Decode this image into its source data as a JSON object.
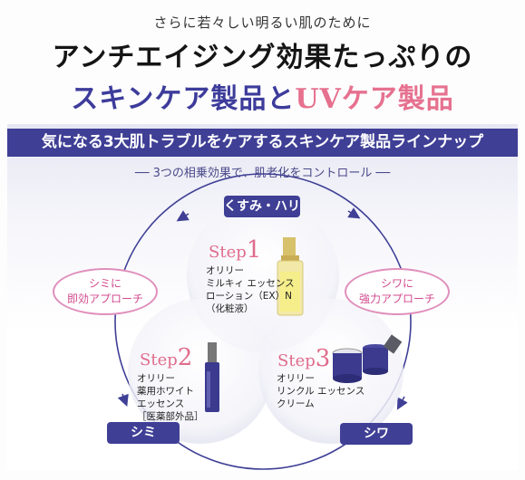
{
  "header": {
    "line1": "さらに若々しい明るい肌のために",
    "line2": "アンチエイジング効果たっぷりの",
    "line3_a": "スキンケア製品",
    "line3_b": "と",
    "line3_c": "UVケア製品"
  },
  "banner": {
    "title": "気になる3大肌トラブルをケアするスキンケア製品ラインナップ",
    "subtitle": "── 3つの相乗効果で、肌老化をコントロール ──"
  },
  "labels": {
    "top": "くすみ・ハリ",
    "left": "シミ",
    "right": "シワ"
  },
  "approaches": {
    "left_line1": "シミに",
    "left_line2": "即効アプローチ",
    "right_line1": "シワに",
    "right_line2": "強力アプローチ"
  },
  "steps": [
    {
      "word": "Step",
      "num": "1",
      "name": "オリリー\nミルキィ エッセンス\nローション（EX）N\n（化粧液）"
    },
    {
      "word": "Step",
      "num": "2",
      "name": "オリリー\n薬用ホワイト\nエッセンス\n［医薬部外品］"
    },
    {
      "word": "Step",
      "num": "3",
      "name": "オリリー\nリンクル エッセンス\nクリーム"
    }
  ],
  "colors": {
    "navy": "#3f3f96",
    "pink": "#e6718f",
    "magenta": "#d24a8e"
  }
}
